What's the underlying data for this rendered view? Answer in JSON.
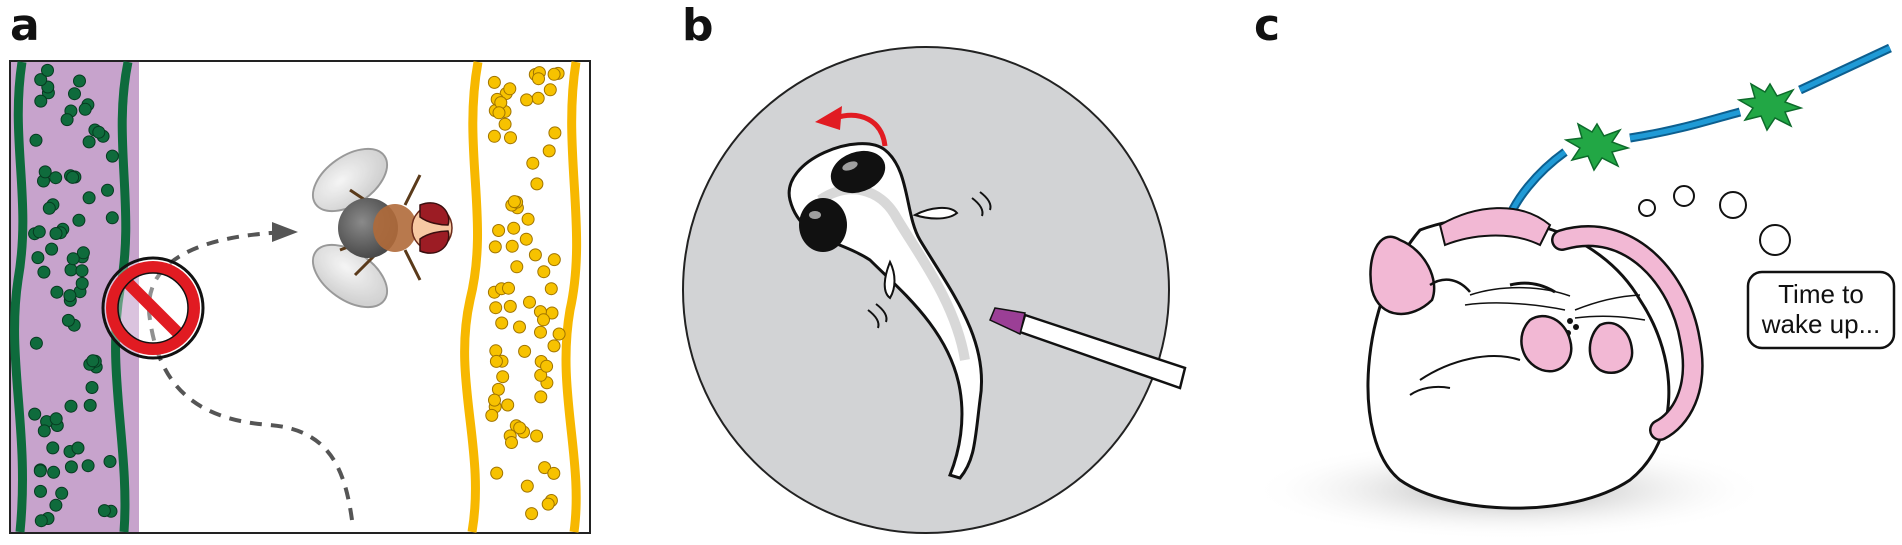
{
  "panels": {
    "a": {
      "letter": "a"
    },
    "b": {
      "letter": "b"
    },
    "c": {
      "letter": "c",
      "bubble": {
        "line1": "Time to",
        "line2": "wake up..."
      }
    }
  },
  "colors": {
    "purple_band": "#c7a3cc",
    "green_wall": "#0e6b3c",
    "green_dot": "#0f6b3c",
    "yellow_wall": "#f7b800",
    "yellow_dot": "#f7c200",
    "no_sign_red": "#e11b22",
    "dish_gray": "#d2d3d5",
    "arrow_red": "#e11b22",
    "probe_purple": "#9b3f96",
    "fiber_blue": "#1f9ad6",
    "flash_green": "#22a745",
    "mouse_pink": "#f2b8d4"
  },
  "icons": [
    "no-entry-icon",
    "fly-icon",
    "zebrafish-larva-icon",
    "mouse-icon",
    "optic-fiber-icon"
  ]
}
